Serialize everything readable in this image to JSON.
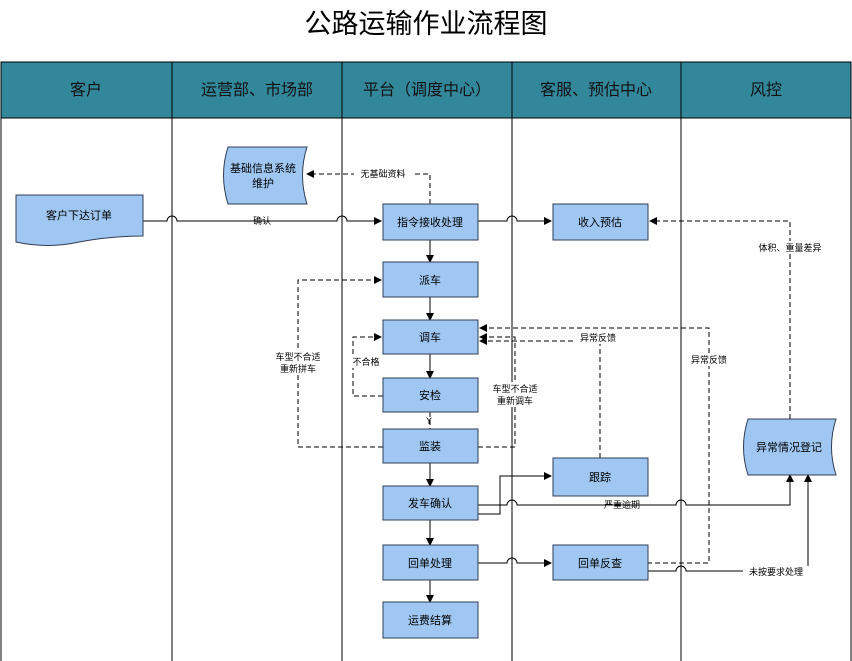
{
  "title": "公路运输作业流程图",
  "lanes": [
    "客户",
    "运营部、市场部",
    "平台（调度中心）",
    "客服、预估中心",
    "风控"
  ],
  "nodes": {
    "basic_info_1": "基础信息系统",
    "basic_info_2": "维护",
    "customer_order": "客户下达订单",
    "instruction": "指令接收处理",
    "income": "收入预估",
    "dispatch": "派车",
    "adjust": "调车",
    "inspection": "安检",
    "loading": "监装",
    "departure": "发车确认",
    "receipt": "回单处理",
    "freight": "运费结算",
    "tracking": "跟踪",
    "receipt_check": "回单反查",
    "exception": "异常情况登记"
  },
  "labels": {
    "no_basic_data": "无基础资料",
    "confirm": "确认",
    "volume_weight": "体积、重量差异",
    "unqualified": "不合格",
    "mismatch_regroup_1": "车型不合适",
    "mismatch_regroup_2": "重新拼车",
    "mismatch_readjust_1": "车型不合适",
    "mismatch_readjust_2": "重新调车",
    "exception_feedback_1": "异常反馈",
    "exception_feedback_2": "异常反馈",
    "yes": "Y",
    "severe_delay": "严重逾期",
    "not_as_required": "未按要求处理"
  }
}
